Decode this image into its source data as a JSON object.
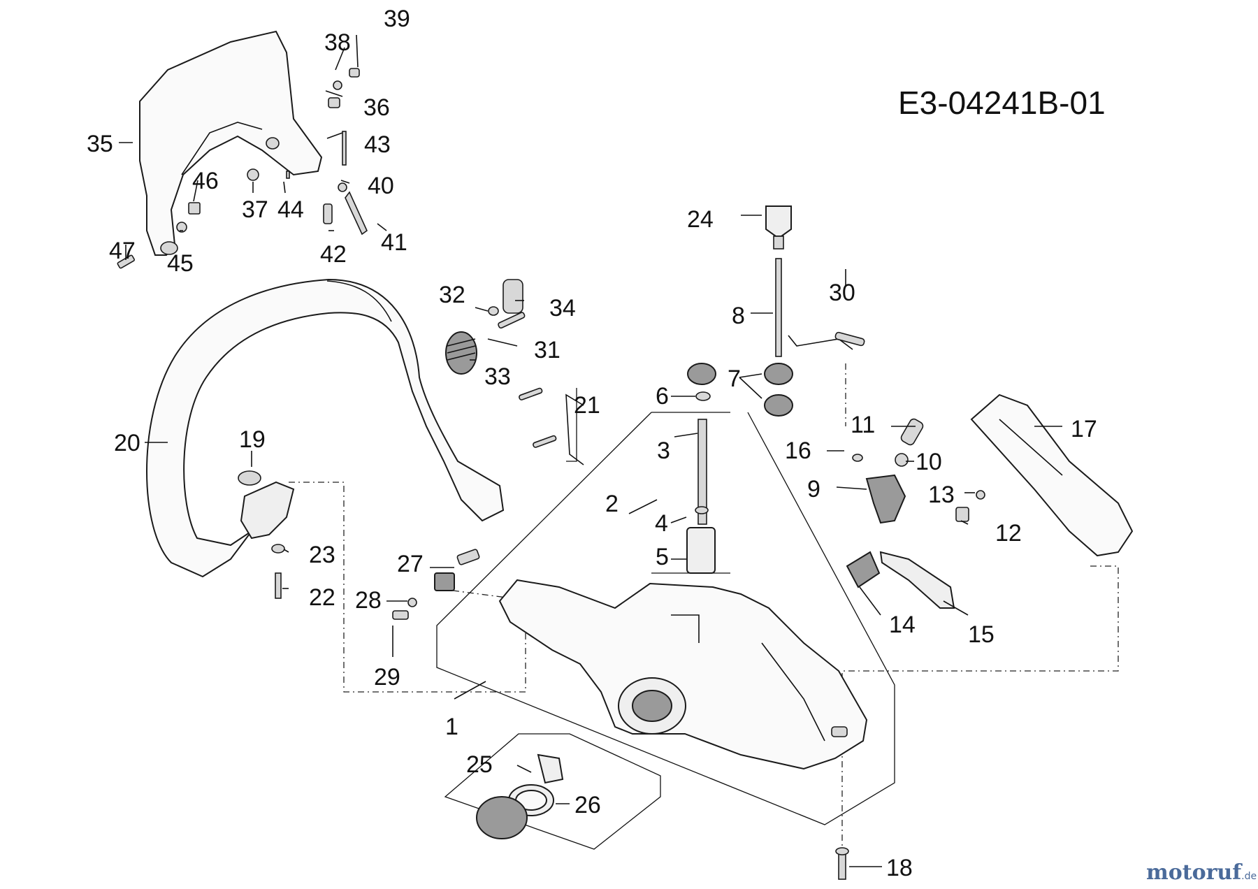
{
  "diagram": {
    "reference_code": "E3-04241B-01",
    "watermark": {
      "prefix": "motoruf",
      "suffix": ".de"
    },
    "callouts": [
      "1",
      "2",
      "3",
      "4",
      "5",
      "6",
      "7",
      "8",
      "9",
      "10",
      "11",
      "12",
      "13",
      "14",
      "15",
      "16",
      "17",
      "18",
      "19",
      "20",
      "21",
      "22",
      "23",
      "24",
      "25",
      "26",
      "27",
      "28",
      "29",
      "30",
      "31",
      "32",
      "33",
      "34",
      "35",
      "36",
      "37",
      "38",
      "39",
      "40",
      "41",
      "42",
      "43",
      "44",
      "45",
      "46",
      "47"
    ]
  }
}
